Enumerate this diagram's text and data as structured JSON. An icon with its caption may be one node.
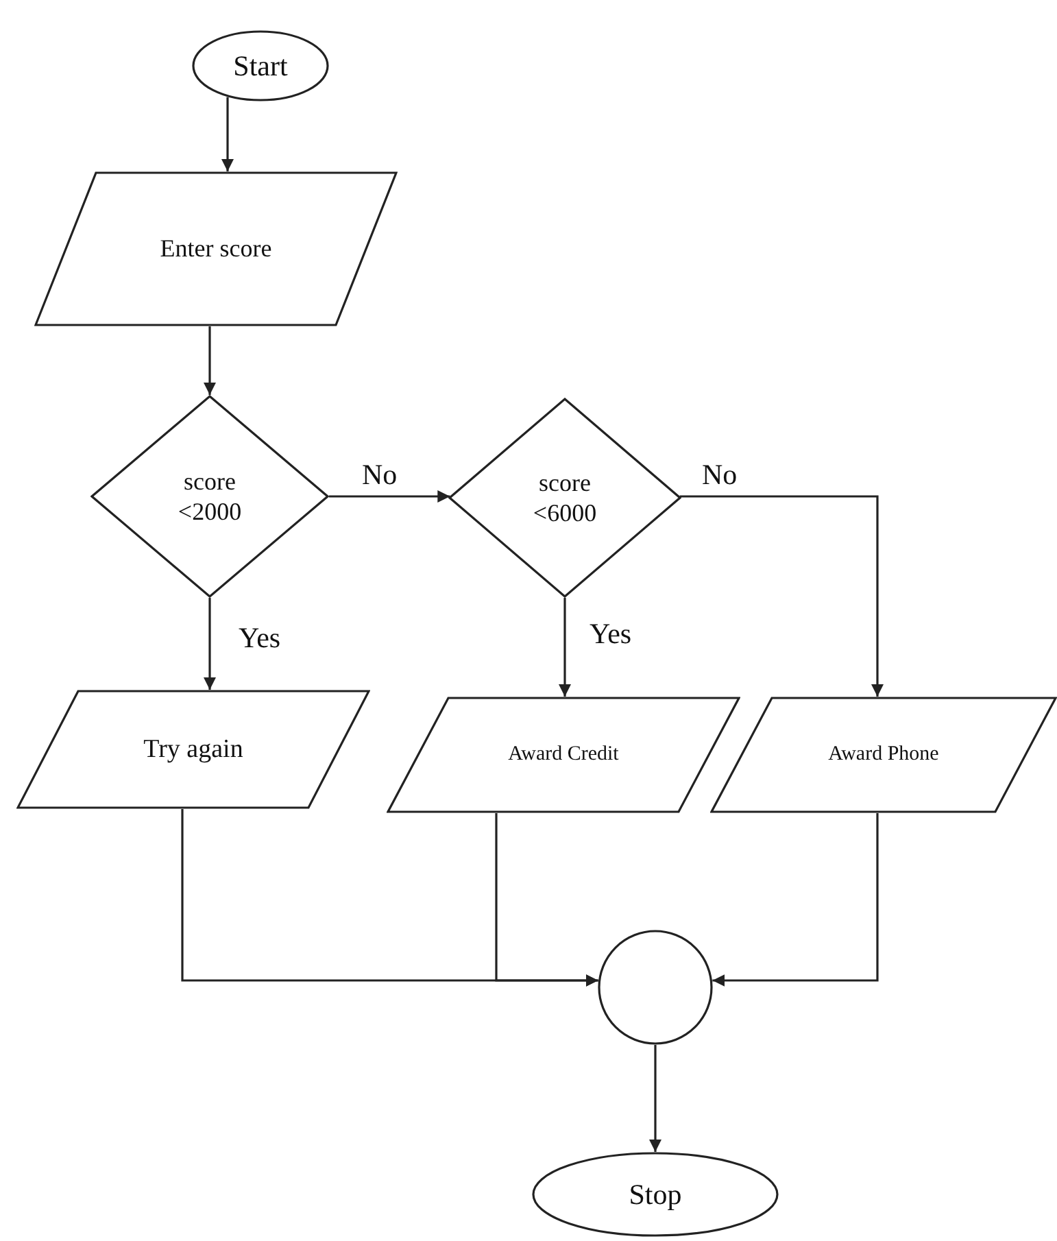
{
  "diagram": {
    "nodes": [
      {
        "text": [
          "Start"
        ]
      },
      {
        "text": [
          "Enter score"
        ]
      },
      {
        "text": [
          "score <2000"
        ]
      },
      {
        "text": [
          "score <6000"
        ]
      },
      {
        "text": [
          "Try again"
        ]
      },
      {
        "text": [
          "Award Credit"
        ]
      },
      {
        "text": [
          "Award Phone"
        ]
      },
      {
        "text": [],
        "shape": "circle"
      },
      {
        "text": [
          "Stop"
        ]
      }
    ],
    "edges": [
      {
        "from": 0,
        "to": 1,
        "arrow": "to"
      },
      {
        "from": 1,
        "to": 2,
        "arrow": "to"
      },
      {
        "from": 2,
        "to": 3,
        "arrow": "to",
        "label": "No"
      },
      {
        "from": 2,
        "to": 4,
        "arrow": "to",
        "label": "Yes"
      },
      {
        "from": 3,
        "to": 5,
        "arrow": "to",
        "label": "Yes"
      },
      {
        "from": 3,
        "to": 6,
        "arrow": "to",
        "label": "No"
      },
      {
        "from": 4,
        "to": 7,
        "arrow": "to"
      },
      {
        "from": 5,
        "to": 7,
        "arrow": "to"
      },
      {
        "from": 6,
        "to": 7,
        "arrow": "to"
      },
      {
        "from": 7,
        "to": 8,
        "arrow": "to"
      }
    ]
  }
}
